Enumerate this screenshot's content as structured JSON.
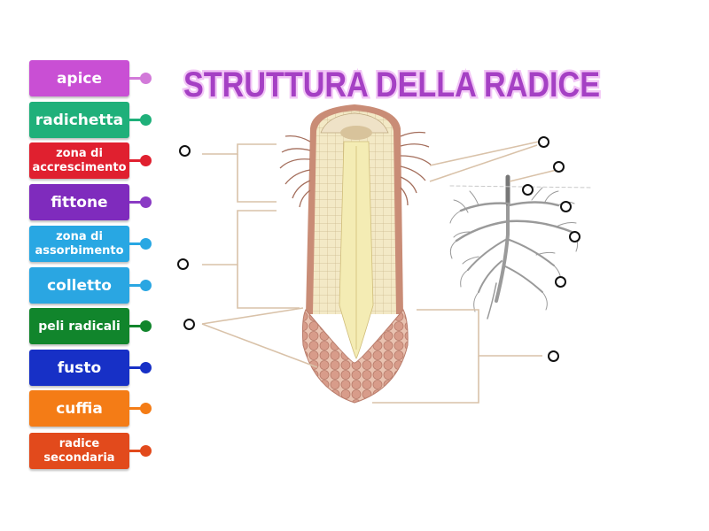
{
  "title": "STRUTTURA DELLA RADICE",
  "labels": [
    {
      "id": "apice",
      "text": "apice",
      "color": "#c94fd4",
      "knob": "#d27ad9"
    },
    {
      "id": "radichetta",
      "text": "radichetta",
      "color": "#1fb07a",
      "knob": "#1fb07a"
    },
    {
      "id": "zona-accrescimento",
      "text": "zona di accrescimento",
      "color": "#e0202f",
      "knob": "#e0202f"
    },
    {
      "id": "fittone",
      "text": "fittone",
      "color": "#7f2bbd",
      "knob": "#8a3bc4"
    },
    {
      "id": "zona-assorbimento",
      "text": "zona di assorbimento",
      "color": "#28a7e3",
      "knob": "#28a7e3"
    },
    {
      "id": "colletto",
      "text": "colletto",
      "color": "#2aa6e2",
      "knob": "#2aa6e2"
    },
    {
      "id": "peli-radicali",
      "text": "peli radicali",
      "color": "#11852c",
      "knob": "#11852c"
    },
    {
      "id": "fusto",
      "text": "fusto",
      "color": "#1730c6",
      "knob": "#1730c6"
    },
    {
      "id": "cuffia",
      "text": "cuffia",
      "color": "#f47c16",
      "knob": "#f47c16"
    },
    {
      "id": "radice-secondaria",
      "text": "radice secondaria",
      "color": "#e24a1c",
      "knob": "#e24a1c"
    }
  ],
  "colors": {
    "title_fill": "#a540c4",
    "title_stroke": "#f2c6f6",
    "leader": "#d9c2a9",
    "cortex": "#d9b59c",
    "core": "#f4ecb4",
    "cap": "#d9a090"
  }
}
